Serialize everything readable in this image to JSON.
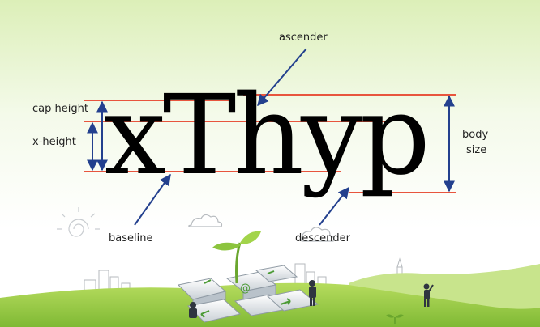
{
  "diagram": {
    "sample_text": "xThyp",
    "labels": {
      "ascender": "ascender",
      "cap_height": "cap height",
      "x_height": "x-height",
      "baseline": "baseline",
      "descender": "descender",
      "body_size_line1": "body",
      "body_size_line2": "size"
    },
    "colors": {
      "guide_line": "#e8553e",
      "arrow": "#23408e",
      "sky_top": "#dcefb8",
      "grass": "#9ccc43"
    }
  }
}
